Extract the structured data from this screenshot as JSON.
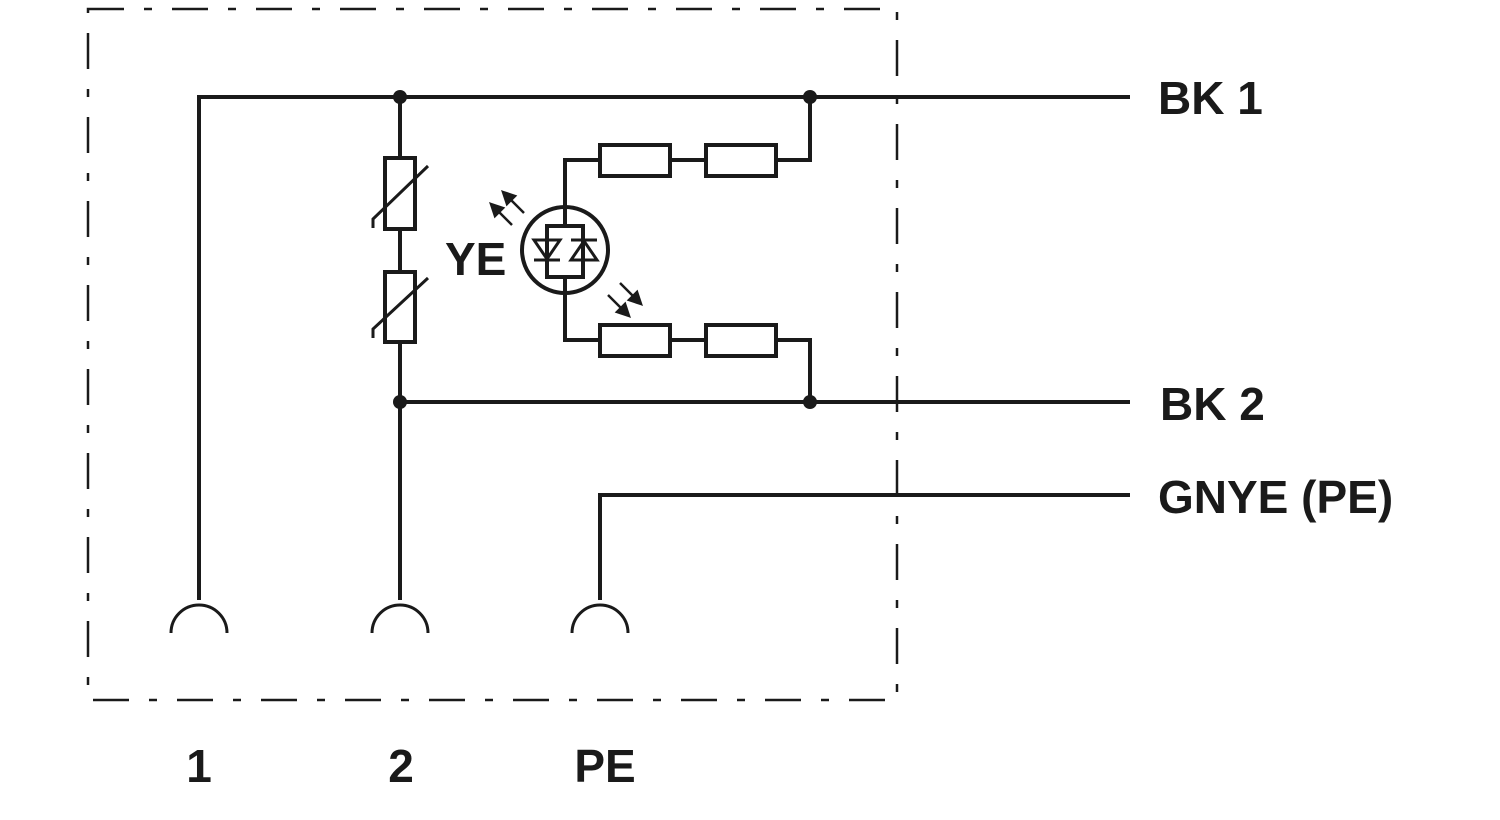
{
  "wire_labels": {
    "bk1": "BK 1",
    "bk2": "BK 2",
    "gnye": "GNYE (PE)"
  },
  "led_label": "YE",
  "pin_labels": {
    "p1": "1",
    "p2": "2",
    "pe": "PE"
  },
  "colors": {
    "ink": "#1a1a1a",
    "background": "#ffffff"
  }
}
